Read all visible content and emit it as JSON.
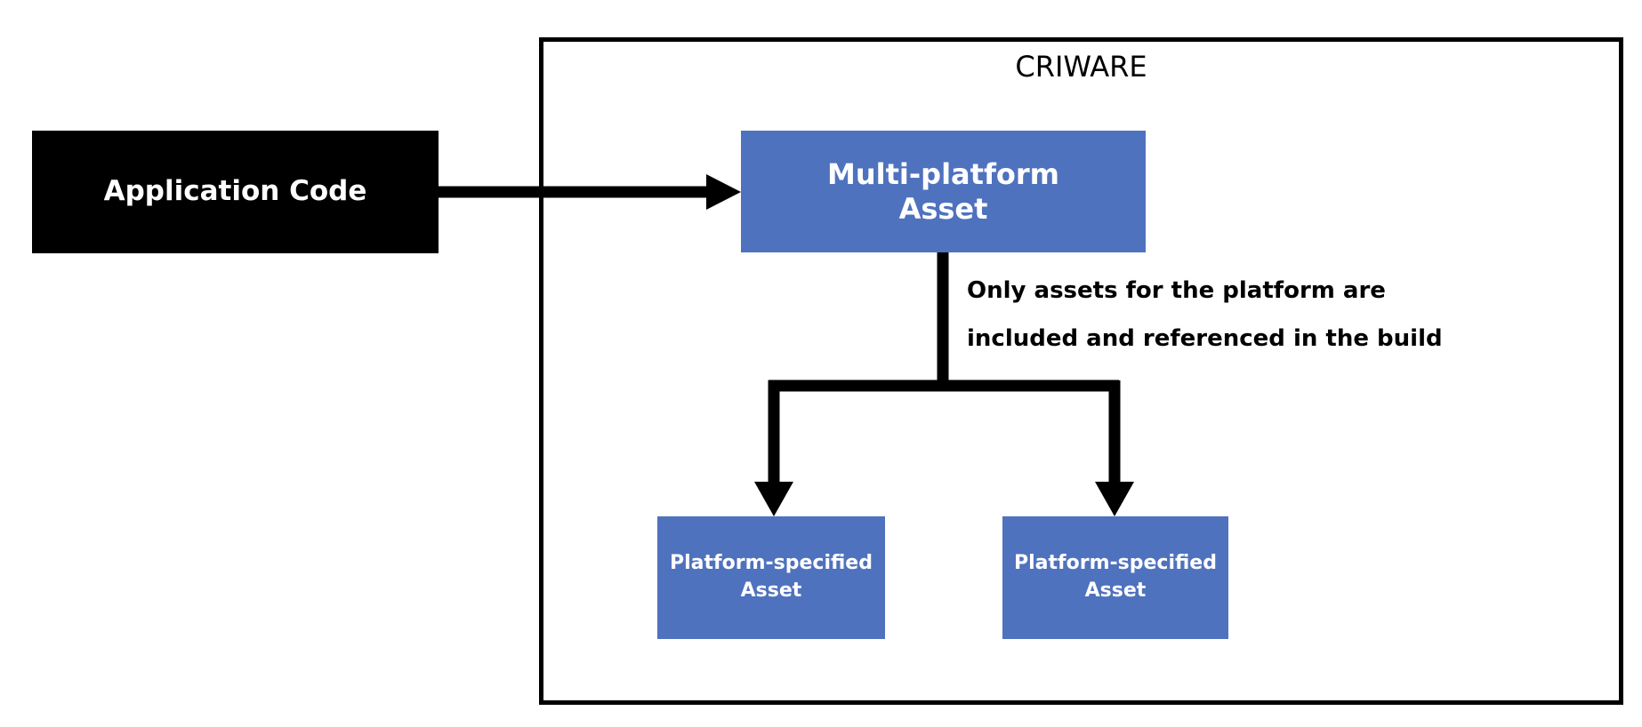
{
  "colors": {
    "node_fill": "#4f72be",
    "app_fill": "#000000",
    "line": "#000000",
    "text_light": "#ffffff"
  },
  "container": {
    "label": "CRIWARE"
  },
  "nodes": {
    "application_code": "Application Code",
    "multi_platform_asset": [
      "Multi-platform",
      "Asset"
    ],
    "platform_asset_left": [
      "Platform-specified",
      "Asset"
    ],
    "platform_asset_right": [
      "Platform-specified",
      "Asset"
    ]
  },
  "note": {
    "lines": [
      "Only assets for the platform are",
      "included and referenced in the build"
    ]
  }
}
